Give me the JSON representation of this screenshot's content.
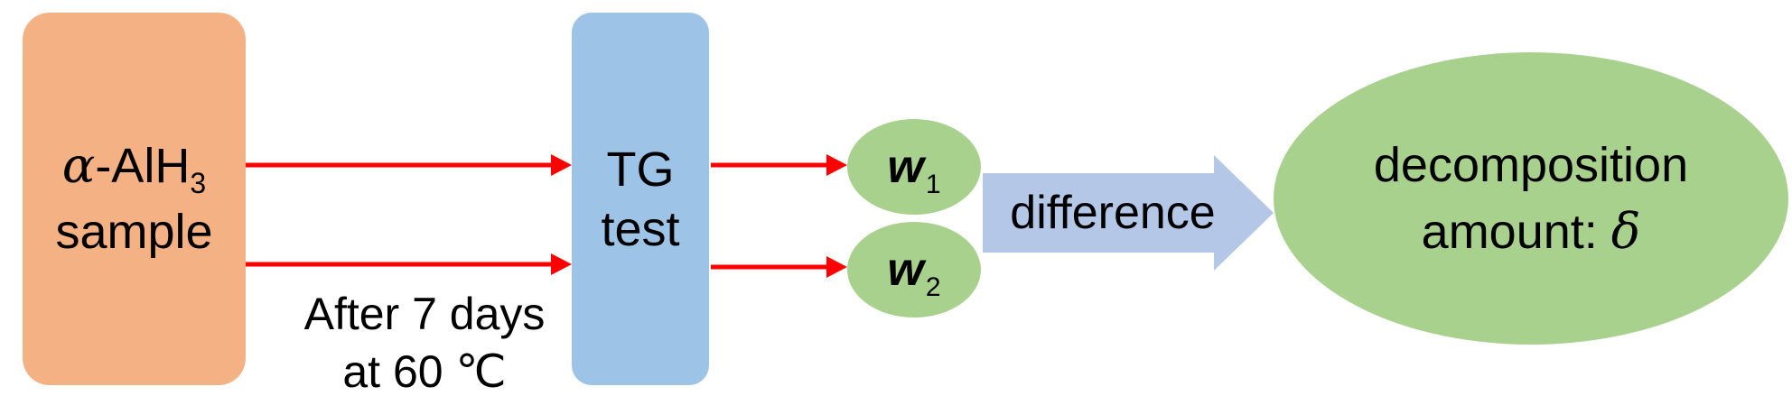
{
  "sample_box": {
    "greek": "α",
    "label_main": "-AlH",
    "label_sub": "3",
    "label_line2": "sample"
  },
  "tg_box": {
    "line1": "TG",
    "line2": "test"
  },
  "condition": {
    "line1": "After 7 days",
    "line2": "at 60 ℃"
  },
  "w1": {
    "letter": "w",
    "sub": "1"
  },
  "w2": {
    "letter": "w",
    "sub": "2"
  },
  "arrow_label": "difference",
  "result": {
    "line1": "decomposition",
    "line2": "amount: ",
    "symbol": "δ"
  },
  "colors": {
    "sample_fill": "#f4b183",
    "tg_fill": "#9dc3e6",
    "oval_fill": "#a9d18e",
    "arrow_red": "#ff0000",
    "big_arrow_fill": "#b4c7e7"
  }
}
